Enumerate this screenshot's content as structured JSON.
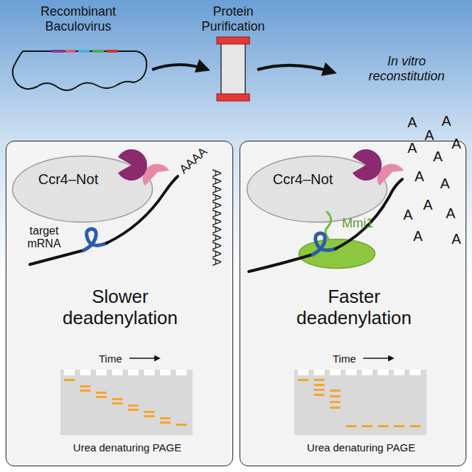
{
  "diagram": {
    "nodes": [
      {
        "text": [
          "Slower deadenylation"
        ]
      },
      {
        "text": [
          "Ccr4–Not"
        ],
        "in": 0
      },
      {
        "text": [
          "Time",
          "Urea denaturing PAGE"
        ],
        "in": 0
      },
      {
        "text": [
          "Faster deadenylation"
        ]
      },
      {
        "text": [
          "Ccr4–Not"
        ],
        "in": 3
      },
      {
        "text": [
          "Mmi1"
        ],
        "in": 3
      },
      {
        "text": [
          "Time",
          "Urea denaturing PAGE"
        ],
        "in": 3
      }
    ],
    "labels": [
      "Recombinant Baculovirus",
      "Protein Purification",
      "In vitro reconstitution",
      "target mRNA",
      "AAAA",
      "AAAAAAAAAAAA",
      "A",
      "A",
      "A",
      "A",
      "A",
      "A",
      "A",
      "A",
      "A",
      "A",
      "A",
      "A",
      "A"
    ]
  }
}
